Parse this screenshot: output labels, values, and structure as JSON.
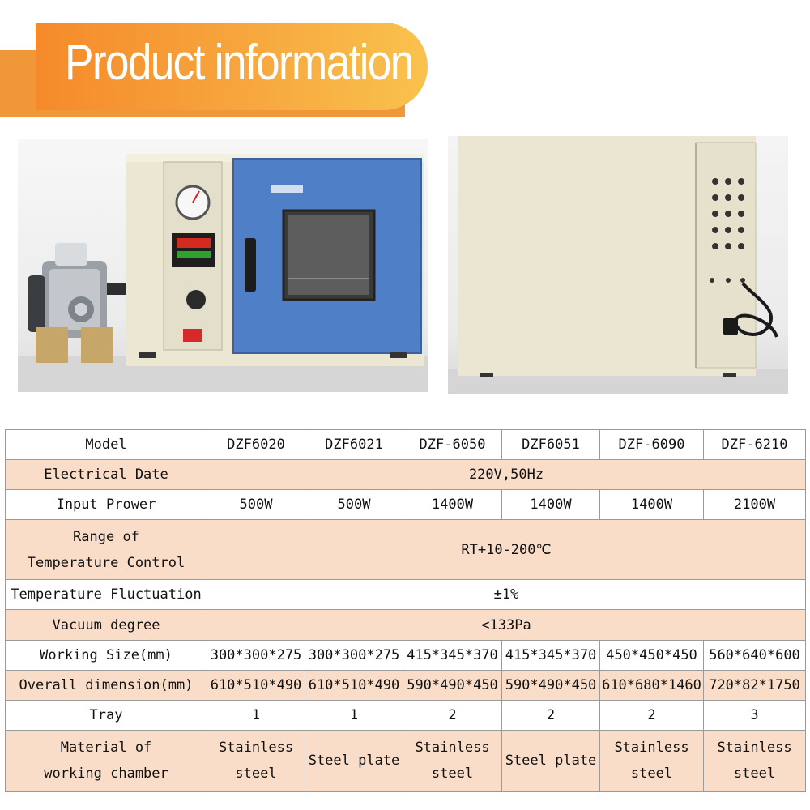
{
  "banner": {
    "title": "Product information"
  },
  "table": {
    "header": {
      "label": "Model",
      "models": [
        "DZF6020",
        "DZF6021",
        "DZF-6050",
        "DZF6051",
        "DZF-6090",
        "DZF-6210"
      ]
    },
    "electrical": {
      "label": "Electrical Date",
      "value": "220V,50Hz"
    },
    "input_power": {
      "label": "Input Prower",
      "values": [
        "500W",
        "500W",
        "1400W",
        "1400W",
        "1400W",
        "2100W"
      ]
    },
    "temp_range": {
      "label": "Range of\nTemperature Control",
      "value": "RT+10-200℃"
    },
    "temp_fluct": {
      "label": "Temperature Fluctuation",
      "value": "±1%"
    },
    "vacuum": {
      "label": "Vacuum degree",
      "value": "<133Pa"
    },
    "working_size": {
      "label": "Working Size(mm)",
      "values": [
        "300*300*275",
        "300*300*275",
        "415*345*370",
        "415*345*370",
        "450*450*450",
        "560*640*600"
      ]
    },
    "overall": {
      "label": "Overall dimension(mm)",
      "values": [
        "610*510*490",
        "610*510*490",
        "590*490*450",
        "590*490*450",
        "610*680*1460",
        "720*82*1750"
      ]
    },
    "tray": {
      "label": "Tray",
      "values": [
        "1",
        "1",
        "2",
        "2",
        "2",
        "3"
      ]
    },
    "material": {
      "label": "Material of\nworking chamber",
      "values": [
        "Stainless\nsteel",
        "Steel plate",
        "Stainless\nsteel",
        "Steel plate",
        "Stainless\nsteel",
        "Stainless\nsteel"
      ]
    }
  }
}
